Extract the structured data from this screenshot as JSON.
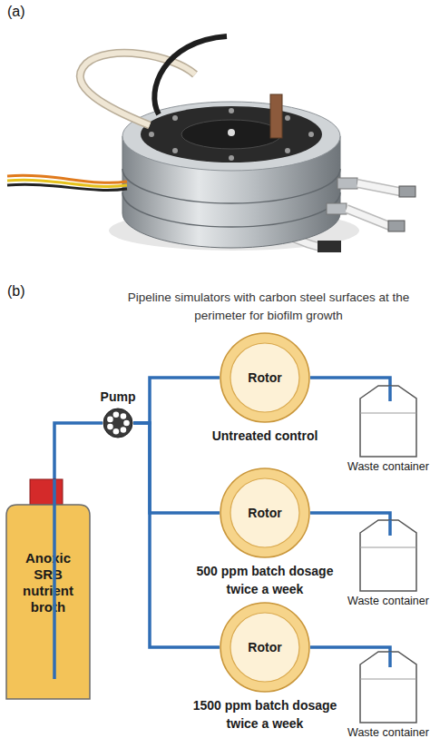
{
  "diagram": {
    "title": "Pipeline simulators with carbon steel surfaces at the perimeter for biofilm growth",
    "nodes": [
      {
        "text": [
          "Anoxic SRB nutrient broth"
        ]
      },
      {
        "text": [
          "Pump"
        ]
      },
      {
        "text": [
          "Rotor",
          "Untreated control"
        ]
      },
      {
        "text": [
          "Waste container"
        ]
      },
      {
        "text": [
          "Rotor",
          "500 ppm batch dosage twice a week"
        ]
      },
      {
        "text": [
          "Waste container"
        ]
      },
      {
        "text": [
          "Rotor",
          "1500 ppm batch dosage twice a week"
        ]
      },
      {
        "text": [
          "Waste container"
        ]
      }
    ],
    "edges": [
      {
        "from": 0,
        "to": 1,
        "arrow": "none"
      },
      {
        "from": 1,
        "to": 2,
        "arrow": "none"
      },
      {
        "from": 1,
        "to": 4,
        "arrow": "none"
      },
      {
        "from": 1,
        "to": 6,
        "arrow": "none"
      },
      {
        "from": 2,
        "to": 3,
        "arrow": "none"
      },
      {
        "from": 4,
        "to": 5,
        "arrow": "none"
      },
      {
        "from": 6,
        "to": 7,
        "arrow": "none"
      }
    ],
    "labels": [
      "(a)",
      "(b)"
    ]
  }
}
